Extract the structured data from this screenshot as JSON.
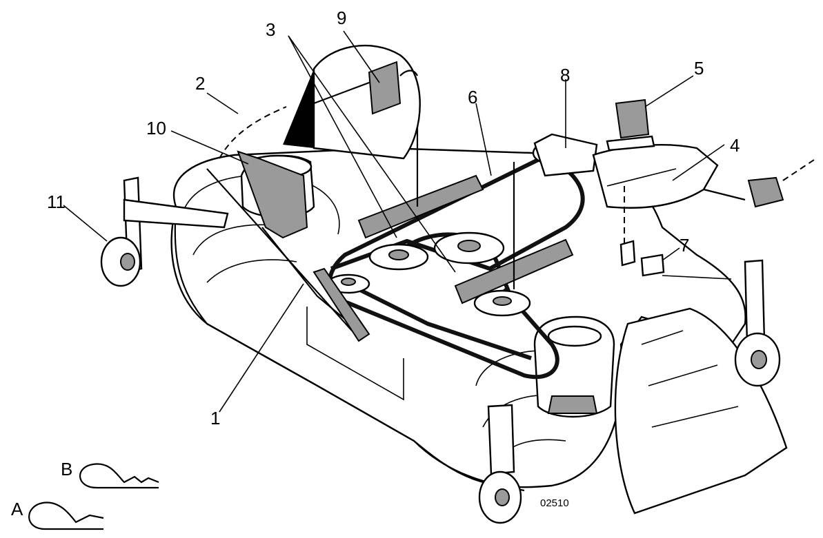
{
  "diagram": {
    "callouts": [
      {
        "id": "1",
        "text": "1"
      },
      {
        "id": "2",
        "text": "2"
      },
      {
        "id": "3",
        "text": "3"
      },
      {
        "id": "4",
        "text": "4"
      },
      {
        "id": "5",
        "text": "5"
      },
      {
        "id": "6",
        "text": "6"
      },
      {
        "id": "7",
        "text": "7"
      },
      {
        "id": "8",
        "text": "8"
      },
      {
        "id": "9",
        "text": "9"
      },
      {
        "id": "10",
        "text": "10"
      },
      {
        "id": "11",
        "text": "11"
      }
    ],
    "clip_labels": {
      "a": "A",
      "b": "B"
    },
    "figure_code": "02510"
  }
}
